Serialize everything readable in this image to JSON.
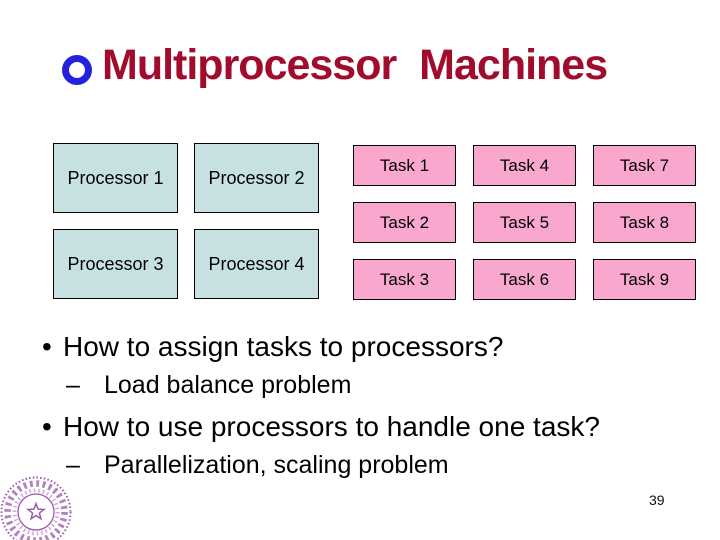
{
  "slide": {
    "title": "Multiprocessor Machines",
    "page_number": "39"
  },
  "processors": [
    "Processor 1",
    "Processor 2",
    "Processor 3",
    "Processor 4"
  ],
  "tasks": [
    "Task 1",
    "Task 2",
    "Task 3",
    "Task 4",
    "Task 5",
    "Task 6",
    "Task 7",
    "Task 8",
    "Task 9"
  ],
  "bullets": {
    "marker": "•",
    "sub_marker": "–",
    "items": [
      {
        "text": "How to assign tasks to processors?",
        "sub": "Load balance problem"
      },
      {
        "text": "How to use processors to handle one task?",
        "sub": "Parallelization, scaling problem"
      }
    ]
  },
  "logo": {
    "icon": "tsinghua-university-seal"
  },
  "colors": {
    "title_text": "#A10C2C",
    "title_bullet_blue": "#2121DF",
    "processor_box_fill": "#C7E1E3",
    "task_box_fill": "#F9A7CF",
    "box_border": "#000000",
    "body_text": "#000000",
    "seal_purple": "#9A57AC",
    "background": "#FFFFFF"
  }
}
